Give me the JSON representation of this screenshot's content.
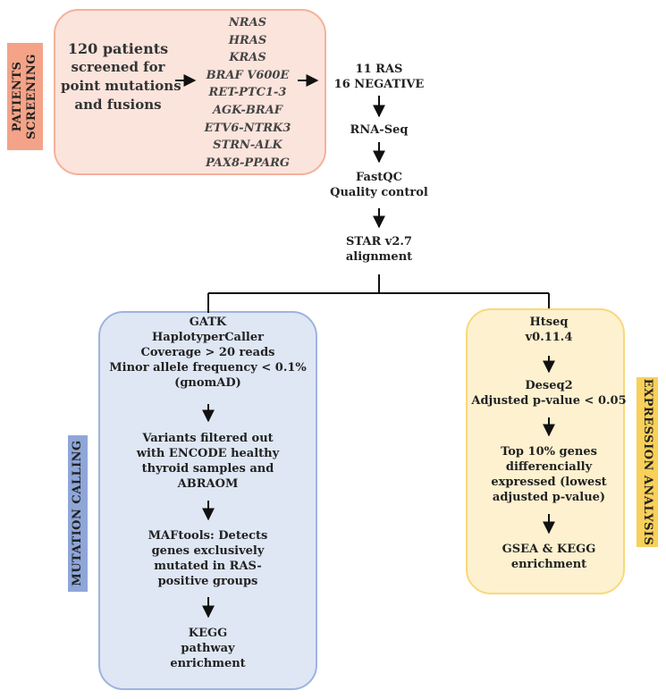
{
  "colors": {
    "screening_fill": "#fbe4dc",
    "screening_border": "#f4b19c",
    "screening_label_bg": "#f4a388",
    "mutation_fill": "#dfe7f4",
    "mutation_border": "#9db3e0",
    "mutation_label_bg": "#8fa6d8",
    "expression_fill": "#fdf1cf",
    "expression_border": "#f8d97a",
    "expression_label_bg": "#f8d05a"
  },
  "screening": {
    "label": [
      "PATIENTS",
      "SCREENING"
    ],
    "patients_text": [
      "120 patients",
      "screened for",
      "point mutations",
      "and fusions"
    ],
    "genes": [
      "NRAS",
      "HRAS",
      "KRAS",
      "BRAF V600E",
      "RET-PTC1-3",
      "AGK-BRAF",
      "ETV6-NTRK3",
      "STRN-ALK",
      "PAX8-PPARG"
    ]
  },
  "pipeline": {
    "result": [
      "11 RAS",
      "16 NEGATIVE"
    ],
    "rnaseq": [
      "RNA-Seq"
    ],
    "fastqc": [
      "FastQC",
      "Quality control"
    ],
    "star": [
      "STAR v2.7",
      "alignment"
    ]
  },
  "mutation": {
    "label": "MUTATION CALLING",
    "gatk": [
      "GATK",
      "HaplotyperCaller",
      "Coverage > 20 reads",
      "Minor allele frequency < 0.1%",
      "(gnomAD)"
    ],
    "filter": [
      "Variants filtered out",
      "with ENCODE healthy",
      "thyroid samples and",
      "ABRAOM"
    ],
    "maftools": [
      "MAFtools: Detects",
      "genes exclusively",
      "mutated in RAS-",
      "positive groups"
    ],
    "kegg": [
      "KEGG",
      "pathway",
      "enrichment"
    ]
  },
  "expression": {
    "label": "EXPRESSION ANALYSIS",
    "htseq": [
      "Htseq",
      "v0.11.4"
    ],
    "deseq": [
      "Deseq2",
      "Adjusted p-value < 0.05"
    ],
    "top": [
      "Top 10% genes",
      "differencially",
      "expressed (lowest",
      "adjusted p-value)"
    ],
    "gsea": [
      "GSEA & KEGG",
      "enrichment"
    ]
  }
}
